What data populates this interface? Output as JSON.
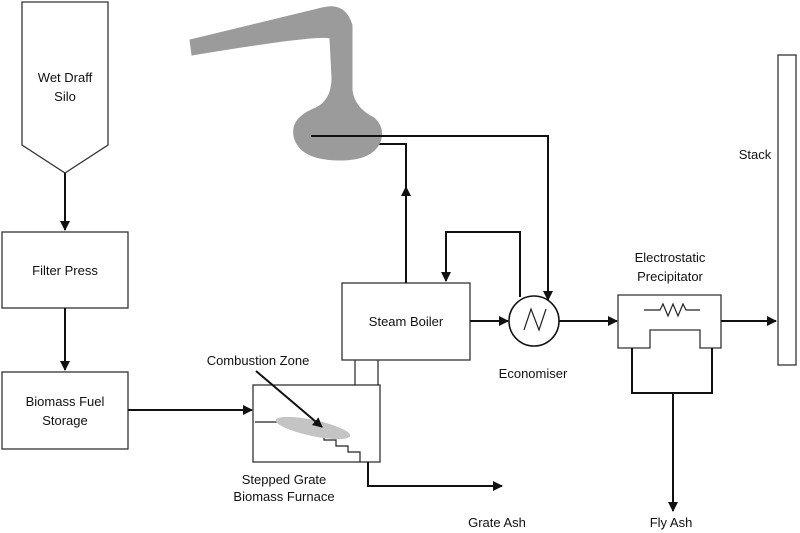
{
  "silo": {
    "line1": "Wet Draff",
    "line2": "Silo"
  },
  "filter_press": "Filter Press",
  "storage": {
    "line1": "Biomass Fuel",
    "line2": "Storage"
  },
  "combustion_zone": "Combustion Zone",
  "furnace": {
    "line1": "Stepped Grate",
    "line2": "Biomass Furnace"
  },
  "steam_boiler": "Steam Boiler",
  "economiser": "Economiser",
  "precipitator": {
    "line1": "Electrostatic",
    "line2": "Precipitator"
  },
  "stack": "Stack",
  "grate_ash": "Grate Ash",
  "fly_ash": "Fly Ash",
  "colors": {
    "line": "#111111",
    "still": "#9b9b9b",
    "combustion": "#c4c4c4"
  }
}
